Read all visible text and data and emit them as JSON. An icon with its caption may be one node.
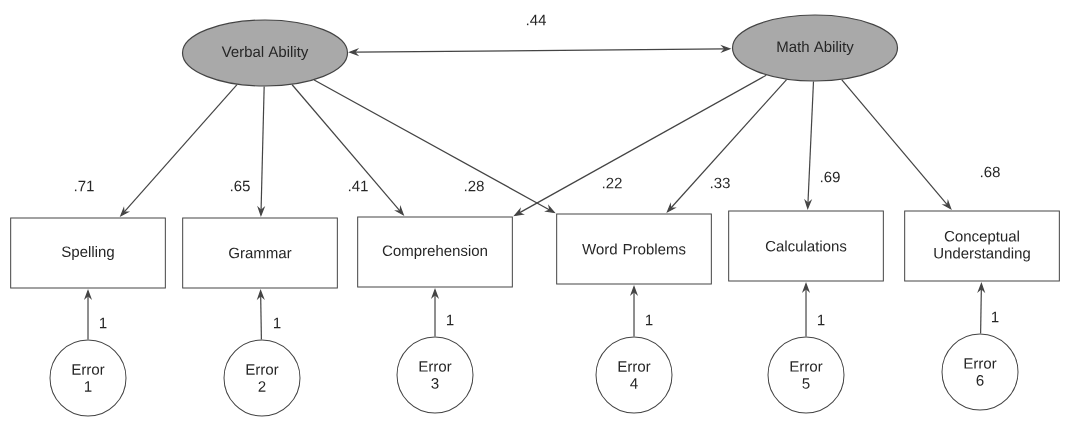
{
  "diagram": {
    "nodes": [
      {
        "text": [
          "Verbal Ability"
        ]
      },
      {
        "text": [
          "Math Ability"
        ]
      },
      {
        "text": [
          "Spelling"
        ]
      },
      {
        "text": [
          "Grammar"
        ]
      },
      {
        "text": [
          "Comprehension"
        ]
      },
      {
        "text": [
          "Word Problems"
        ]
      },
      {
        "text": [
          "Calculations"
        ]
      },
      {
        "text": [
          "Conceptual Understanding"
        ]
      },
      {
        "text": [
          "Error 1"
        ]
      },
      {
        "text": [
          "Error 2"
        ]
      },
      {
        "text": [
          "Error 3"
        ]
      },
      {
        "text": [
          "Error 4"
        ]
      },
      {
        "text": [
          "Error 5"
        ]
      },
      {
        "text": [
          "Error 6"
        ]
      }
    ],
    "edges": [
      {
        "from": 0,
        "to": 1,
        "arrow": "both",
        "label": ".44"
      },
      {
        "from": 0,
        "to": 2,
        "arrow": "to",
        "label": ".71"
      },
      {
        "from": 0,
        "to": 3,
        "arrow": "to",
        "label": ".65"
      },
      {
        "from": 0,
        "to": 4,
        "arrow": "to",
        "label": ".41"
      },
      {
        "from": 0,
        "to": 5,
        "arrow": "to",
        "label": ".28"
      },
      {
        "from": 1,
        "to": 4,
        "arrow": "to",
        "label": ".22"
      },
      {
        "from": 1,
        "to": 5,
        "arrow": "to",
        "label": ".33"
      },
      {
        "from": 1,
        "to": 6,
        "arrow": "to",
        "label": ".69"
      },
      {
        "from": 1,
        "to": 7,
        "arrow": "to",
        "label": ".68"
      },
      {
        "from": 8,
        "to": 2,
        "arrow": "to",
        "label": "1"
      },
      {
        "from": 9,
        "to": 3,
        "arrow": "to",
        "label": "1"
      },
      {
        "from": 10,
        "to": 4,
        "arrow": "to",
        "label": "1"
      },
      {
        "from": 11,
        "to": 5,
        "arrow": "to",
        "label": "1"
      },
      {
        "from": 12,
        "to": 6,
        "arrow": "to",
        "label": "1"
      },
      {
        "from": 13,
        "to": 7,
        "arrow": "to",
        "label": "1"
      }
    ]
  }
}
